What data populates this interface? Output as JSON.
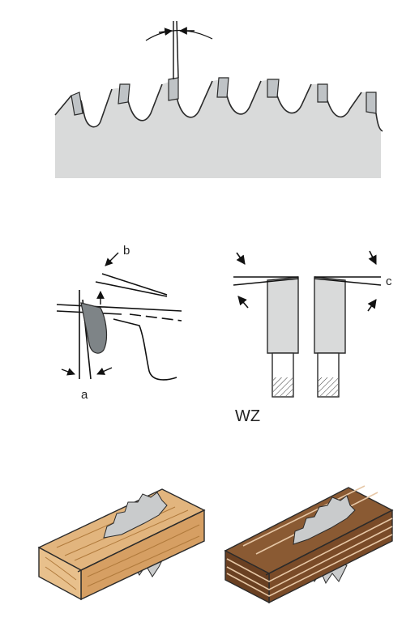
{
  "labels": {
    "a": "a",
    "b": "b",
    "c": "c",
    "tooth_shape": "WZ"
  },
  "colors": {
    "blade_gray": "#d9dada",
    "tooth_gray": "#bfc3c6",
    "tooth_dark": "#7e8487",
    "outline": "#2b2b2b",
    "arrow": "#111111",
    "light_wood": "#e2b57e",
    "light_wood_grain": "#b07a3c",
    "dark_wood": "#8a5a33",
    "dark_wood_side": "#6a4022",
    "saw_blade": "#c9cbcc"
  },
  "panels": [
    {
      "name": "tooth-profile-diagram"
    },
    {
      "name": "rake-clearance-angle-diagram"
    },
    {
      "name": "wz-tooth-front-view-diagram"
    },
    {
      "name": "solid-wood-cut-illustration"
    },
    {
      "name": "layered-board-cut-illustration"
    }
  ]
}
